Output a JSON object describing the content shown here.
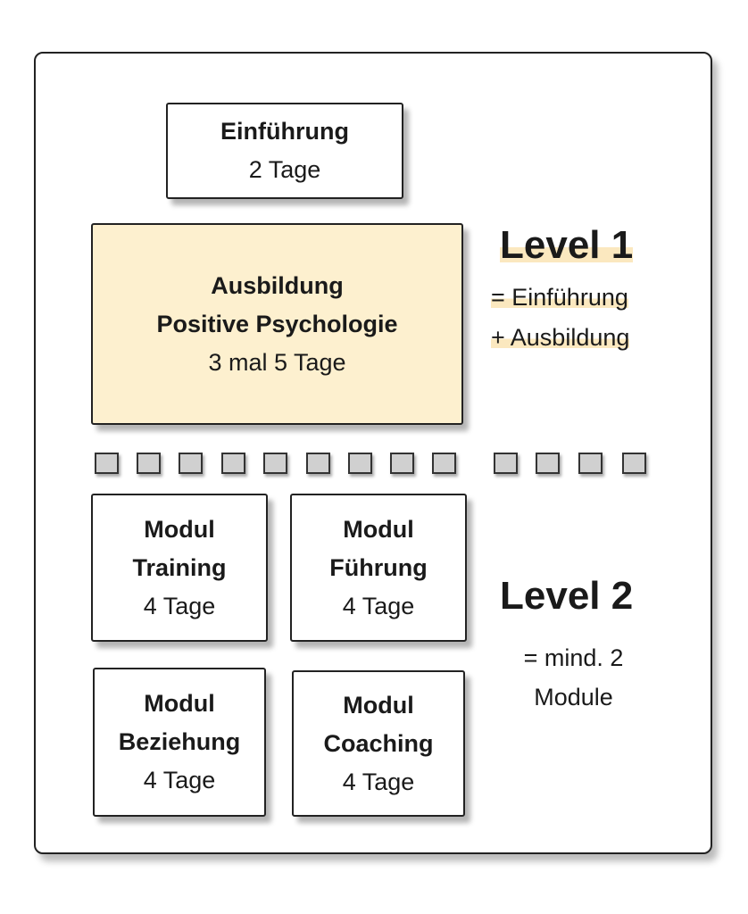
{
  "intro": {
    "title": "Einführung",
    "duration": "2 Tage"
  },
  "training": {
    "title_line1": "Ausbildung",
    "title_line2": "Positive Psychologie",
    "duration": "3 mal 5 Tage"
  },
  "level1": {
    "title": "Level 1",
    "line1": "= Einführung",
    "line2": "+ Ausbildung"
  },
  "modules": [
    {
      "label": "Modul",
      "name": "Training",
      "duration": "4 Tage"
    },
    {
      "label": "Modul",
      "name": "Führung",
      "duration": "4 Tage"
    },
    {
      "label": "Modul",
      "name": "Beziehung",
      "duration": "4 Tage"
    },
    {
      "label": "Modul",
      "name": "Coaching",
      "duration": "4 Tage"
    }
  ],
  "level2": {
    "title": "Level 2",
    "line1": "= mind. 2",
    "line2": "Module"
  },
  "colors": {
    "highlight": "#fdf0cf",
    "marker": "#fbe8bf",
    "square": "#d0d0d0"
  }
}
